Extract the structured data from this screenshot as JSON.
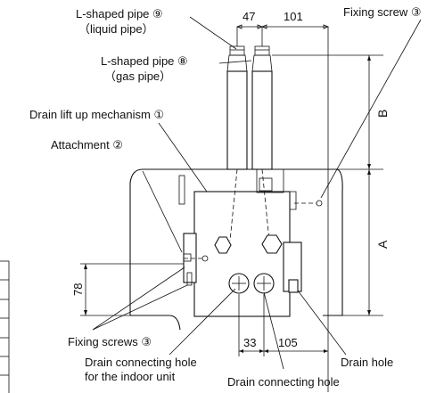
{
  "labels": {
    "pipe_liquid_line1": "L-shaped pipe ⑨",
    "pipe_liquid_line2": "（liquid pipe）",
    "pipe_gas_line1": "L-shaped pipe ⑧",
    "pipe_gas_line2": "（gas pipe）",
    "fixing_screw_top": "Fixing screw ③",
    "drain_lift": "Drain lift up mechanism ①",
    "attachment": "Attachment ②",
    "fixing_screws_bottom": "Fixing screws ③",
    "drain_hole_indoor_line1": "Drain connecting hole",
    "drain_hole_indoor_line2": "for the indoor unit",
    "drain_connecting_hole": "Drain connecting hole",
    "drain_hole": "Drain hole"
  },
  "dimensions": {
    "top_left": "47",
    "top_right": "101",
    "vertical_B": "B",
    "vertical_A": "A",
    "vertical_78": "78",
    "bottom_left": "33",
    "bottom_right": "105"
  }
}
